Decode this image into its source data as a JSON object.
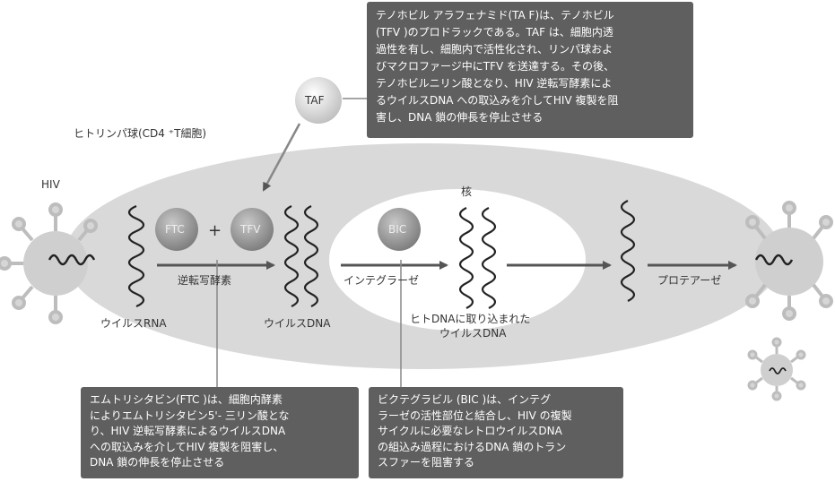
{
  "labels": {
    "cell": "ヒトリンパ球(CD4 ⁺T細胞)",
    "hiv": "HIV",
    "nucleus": "核",
    "taf": "TAF",
    "ftc": "FTC",
    "plus": "+",
    "tfv": "TFV",
    "bic": "BIC",
    "rt": "逆転写酵素",
    "integrase": "インテグラーゼ",
    "protease": "プロテアーゼ",
    "viral_rna": "ウイルスRNA",
    "viral_dna": "ウイルスDNA",
    "integrated_dna_line1": "ヒトDNAに取り込まれた",
    "integrated_dna_line2": "ウイルスDNA"
  },
  "callouts": {
    "taf_lines": [
      "テノホビル アラフェナミド(TA F)は、テノホビル",
      "(TFV )のプロドラックである。TAF は、細胞内透",
      "過性を有し、細胞内で活性化され、リンパ球およ",
      "びマクロファージ中にTFV を送達する。その後、",
      "テノホビルニリン酸となり、HIV 逆転写酵素によ",
      "るウイルスDNA への取込みを介してHIV 複製を阻",
      "害し、DNA 鎖の伸長を停止させる"
    ],
    "ftc_lines": [
      "エムトリシタビン(FTC )は、細胞内酵素",
      "によりエムトリシタビン5'- 三リン酸とな",
      "り、HIV 逆転写酵素によるウイルスDNA",
      "への取込みを介してHIV 複製を阻害し、",
      "DNA 鎖の伸長を停止させる"
    ],
    "bic_lines": [
      "ビクテグラビル (BIC )は、インテグ",
      "ラーゼの活性部位と結合し、HIV の複製",
      "サイクルに必要なレトロウイルスDNA",
      "の組込み過程におけるDNA 鎖のトラン",
      "スファーを阻害する"
    ]
  },
  "colors": {
    "cell": "#d9d9d9",
    "nucleus": "#ffffff",
    "box": "#5f5f5f",
    "arrow": "#555555",
    "strand": "#222222",
    "virus": "#cfcfcf"
  }
}
